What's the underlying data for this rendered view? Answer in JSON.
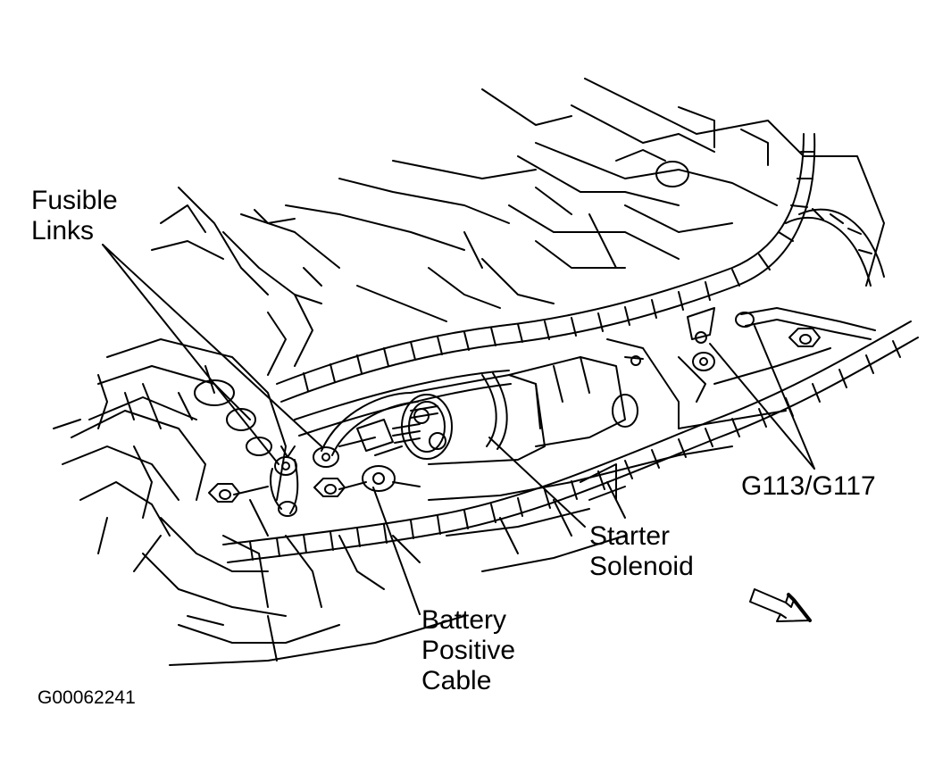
{
  "labels": {
    "fusible_links": [
      "Fusible",
      "Links"
    ],
    "g113_g117": "G113/G117",
    "starter_solenoid": [
      "Starter",
      "Solenoid"
    ],
    "battery_positive_cable": [
      "Battery",
      "Positive",
      "Cable"
    ]
  },
  "figure_id": "G00062241",
  "icons": {
    "direction_arrow": "forward-arrow-icon"
  },
  "colors": {
    "line": "#000000",
    "background": "#ffffff",
    "arrow_fill": "#ffffff"
  }
}
